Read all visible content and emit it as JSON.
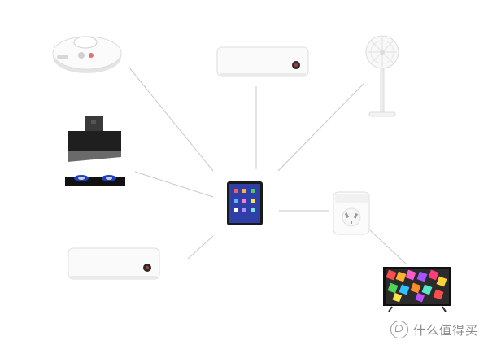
{
  "devices": [
    {
      "name": "robot-vacuum",
      "label": ""
    },
    {
      "name": "air-conditioner-top",
      "label": ""
    },
    {
      "name": "standing-fan",
      "label": ""
    },
    {
      "name": "range-hood-and-stove",
      "label": ""
    },
    {
      "name": "smartphone-hub",
      "label": ""
    },
    {
      "name": "smart-plug",
      "label": ""
    },
    {
      "name": "air-conditioner-bottom",
      "label": ""
    },
    {
      "name": "television",
      "label": ""
    }
  ],
  "watermark": {
    "text": "什么值得买"
  },
  "colors": {
    "line": "#c8c8c8",
    "appliance": "#f7f7f7",
    "panel": "#2a2a2a"
  }
}
